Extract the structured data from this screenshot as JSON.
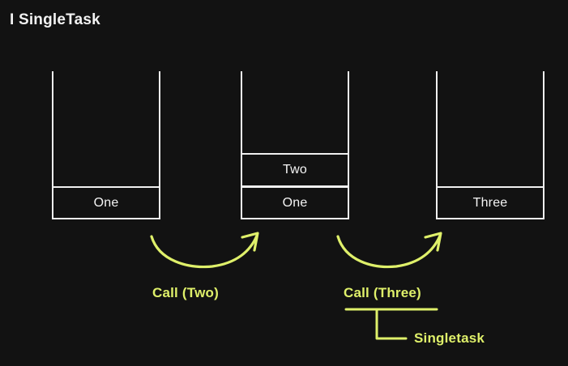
{
  "slide": {
    "title": "I SingleTask",
    "background_color": "#121212",
    "stack_color": "#f0f0f0",
    "accent_color": "#dff06a"
  },
  "stacks": [
    {
      "name": "stack-1",
      "frames": [
        {
          "label": "One"
        }
      ]
    },
    {
      "name": "stack-2",
      "frames": [
        {
          "label": "Two"
        },
        {
          "label": "One"
        }
      ]
    },
    {
      "name": "stack-3",
      "frames": [
        {
          "label": "Three"
        }
      ]
    }
  ],
  "arrows": [
    {
      "name": "arrow-call-two",
      "label": "Call (Two)"
    },
    {
      "name": "arrow-call-three",
      "label": "Call (Three)"
    }
  ],
  "annotation": {
    "label": "Singletask"
  }
}
